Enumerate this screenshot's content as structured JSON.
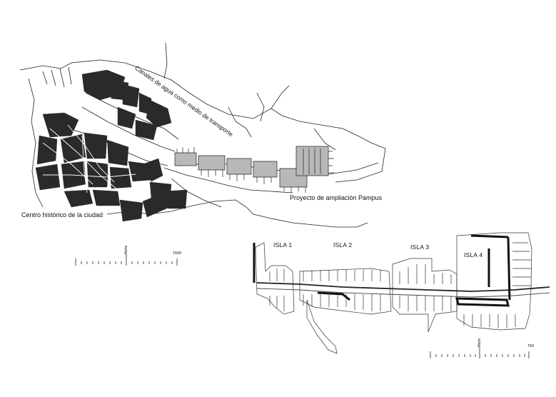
{
  "map": {
    "labels": {
      "canals": "Canales de agua como medio de transporte",
      "pampus": "Proyecto de ampliación Pampus",
      "historic_center": "Centro histórico de la ciudad"
    },
    "upper_scale": {
      "north": "Norte",
      "max": "1500"
    },
    "islands": [
      "ISLA 1",
      "ISLA 2",
      "ISLA 3",
      "ISLA 4"
    ],
    "lower_scale": {
      "north": "Norte",
      "max": "750"
    },
    "colors": {
      "ink": "#111111",
      "gray_fill": "#b8b8b8",
      "paper": "#ffffff"
    }
  }
}
